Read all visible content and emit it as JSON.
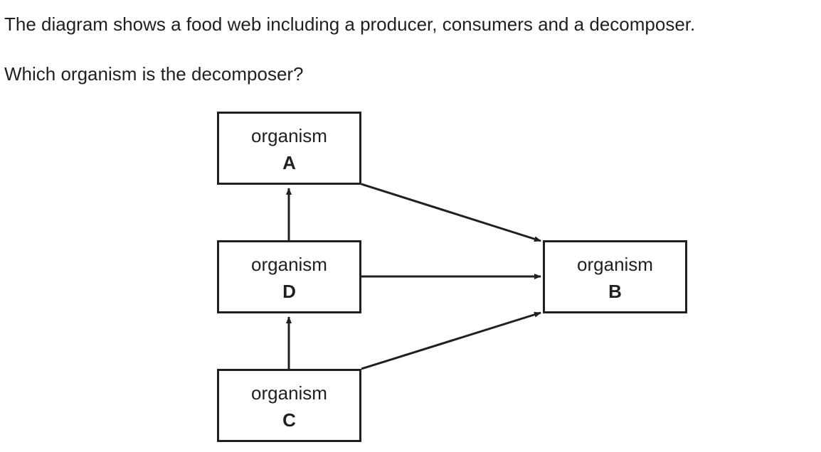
{
  "question": {
    "line1": "The diagram shows a food web including a producer, consumers and a decomposer.",
    "line2": "Which organism is the decomposer?"
  },
  "diagram": {
    "nodes": {
      "A": {
        "word": "organism",
        "letter": "A"
      },
      "B": {
        "word": "organism",
        "letter": "B"
      },
      "C": {
        "word": "organism",
        "letter": "C"
      },
      "D": {
        "word": "organism",
        "letter": "D"
      }
    },
    "arrows": [
      {
        "from": "C",
        "to": "D"
      },
      {
        "from": "D",
        "to": "A"
      },
      {
        "from": "A",
        "to": "B"
      },
      {
        "from": "D",
        "to": "B"
      },
      {
        "from": "C",
        "to": "B"
      }
    ],
    "line_color": "#231f20"
  }
}
